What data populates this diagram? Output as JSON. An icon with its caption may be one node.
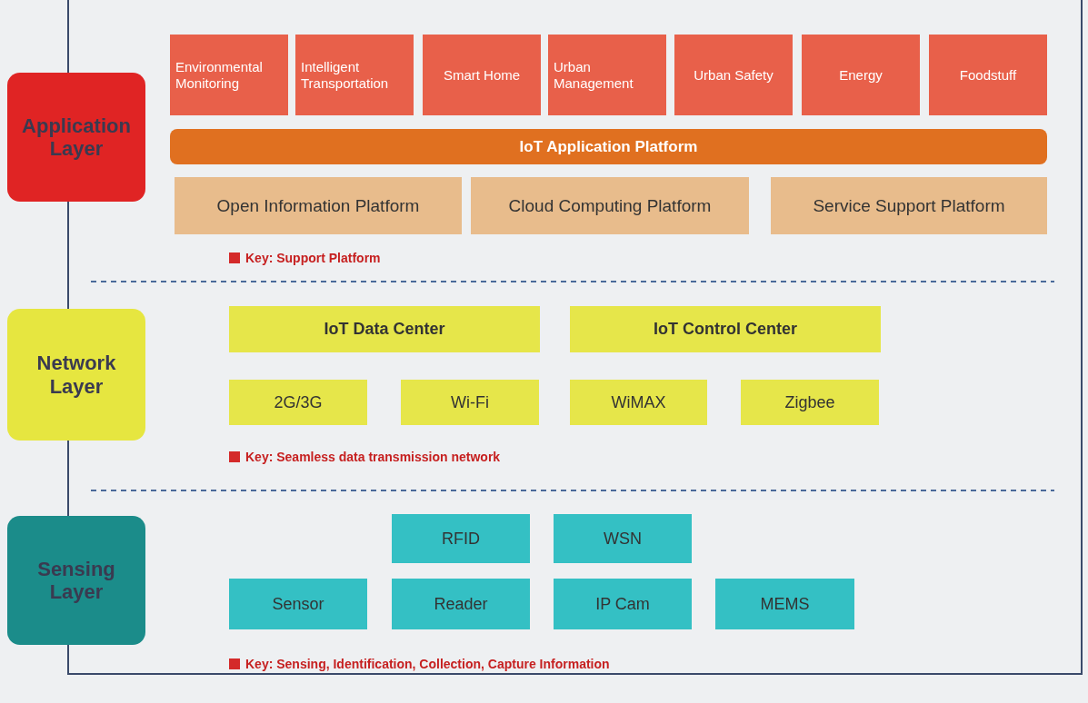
{
  "diagram": {
    "nodes": [
      {
        "text": [
          "Application Layer"
        ]
      },
      {
        "text": [
          "Environmental Monitoring"
        ]
      },
      {
        "text": [
          "Intelligent Transportation"
        ]
      },
      {
        "text": [
          "Smart Home"
        ]
      },
      {
        "text": [
          "Urban Management"
        ]
      },
      {
        "text": [
          "Urban Safety"
        ]
      },
      {
        "text": [
          "Energy"
        ]
      },
      {
        "text": [
          "Foodstuff"
        ]
      },
      {
        "text": [
          "IoT Application Platform"
        ]
      },
      {
        "text": [
          "Open Information Platform"
        ]
      },
      {
        "text": [
          "Cloud Computing Platform"
        ]
      },
      {
        "text": [
          "Service Support Platform"
        ]
      },
      {
        "text": [
          "Network Layer"
        ]
      },
      {
        "text": [
          "IoT Data Center"
        ]
      },
      {
        "text": [
          "IoT Control Center"
        ]
      },
      {
        "text": [
          "2G/3G"
        ]
      },
      {
        "text": [
          "Wi-Fi"
        ]
      },
      {
        "text": [
          "WiMAX"
        ]
      },
      {
        "text": [
          "Zigbee"
        ]
      },
      {
        "text": [
          "Sensing Layer"
        ]
      },
      {
        "text": [
          "RFID"
        ]
      },
      {
        "text": [
          "WSN"
        ]
      },
      {
        "text": [
          "Sensor"
        ]
      },
      {
        "text": [
          "Reader"
        ]
      },
      {
        "text": [
          "IP Cam"
        ]
      },
      {
        "text": [
          "MEMS"
        ]
      }
    ],
    "legend": [
      {
        "text": "Key: Support Platform",
        "color": "#d42a2a"
      },
      {
        "text": "Key: Seamless data transmission network",
        "color": "#d42a2a"
      },
      {
        "text": "Key: Sensing, Identification, Collection, Capture Information",
        "color": "#d42a2a"
      }
    ]
  }
}
